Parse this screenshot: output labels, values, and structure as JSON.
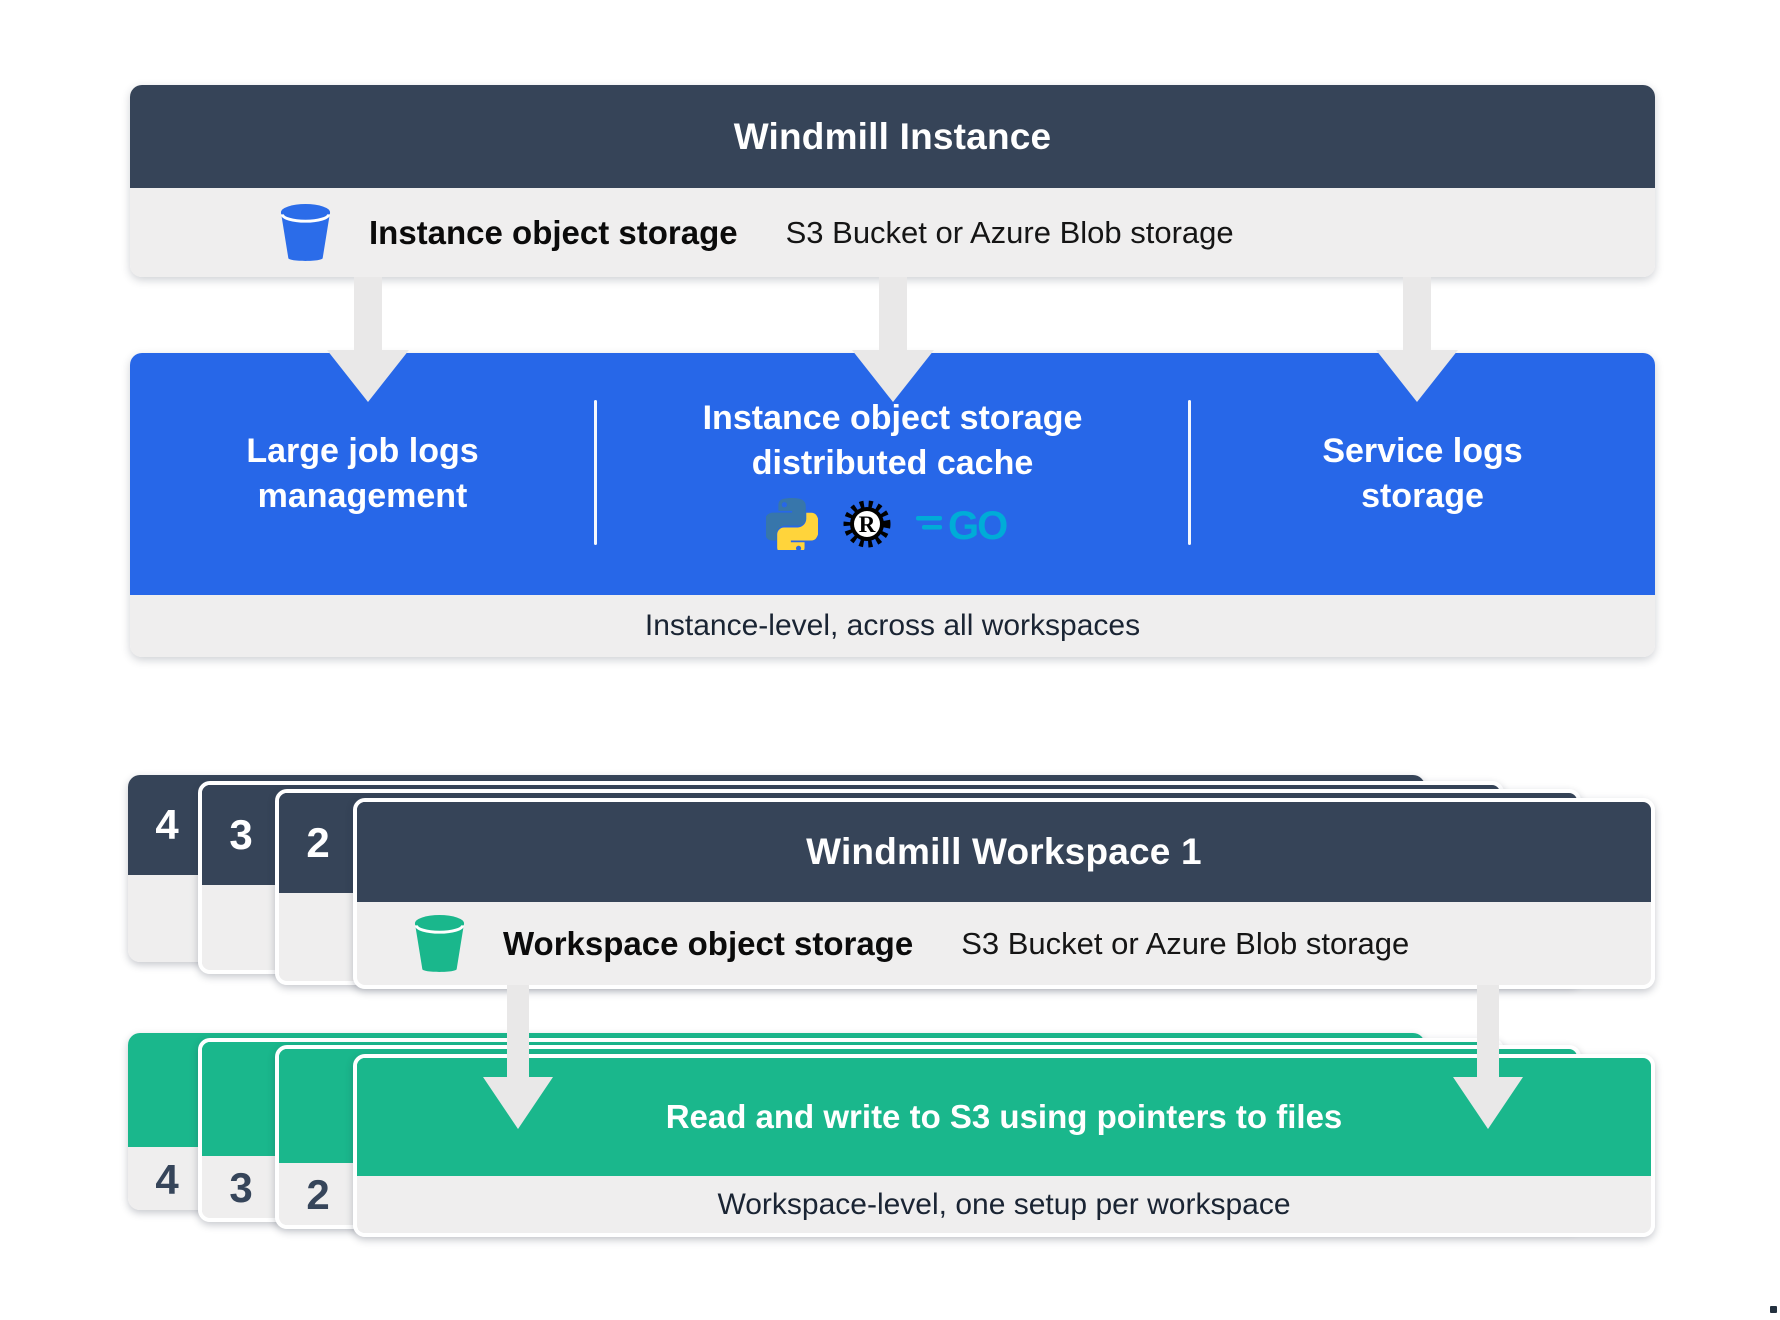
{
  "instance": {
    "title": "Windmill Instance",
    "object_storage": {
      "label": "Instance object storage",
      "provider": "S3 Bucket or Azure Blob storage"
    },
    "features": [
      "Large job logs management",
      "Instance object storage distributed cache",
      "Service logs storage"
    ],
    "languages": [
      {
        "name": "Python",
        "icon": "python-logo"
      },
      {
        "name": "Rust",
        "icon": "rust-logo"
      },
      {
        "name": "Go",
        "icon": "go-logo"
      }
    ],
    "rust_logo_letter": "R",
    "go_logo_text": "GO",
    "caption": "Instance-level, across all workspaces"
  },
  "workspace": {
    "title": "Windmill Workspace 1",
    "stack_numbers": [
      "4",
      "3",
      "2"
    ],
    "object_storage": {
      "label": "Workspace object storage",
      "provider": "S3 Bucket or Azure Blob storage"
    },
    "action": "Read and write to S3 using pointers to files",
    "caption": "Workspace-level, one setup per workspace"
  },
  "colors": {
    "dark_slate": "#364458",
    "blue": "#2767E8",
    "bucket_blue": "#2B6CE9",
    "green": "#1AB78C",
    "panel_gray": "#EFEEEE",
    "arrow_gray": "#E9E8E8",
    "go_teal": "#00ACD7",
    "python_blue": "#3776AB",
    "python_yellow": "#FFD43B"
  }
}
